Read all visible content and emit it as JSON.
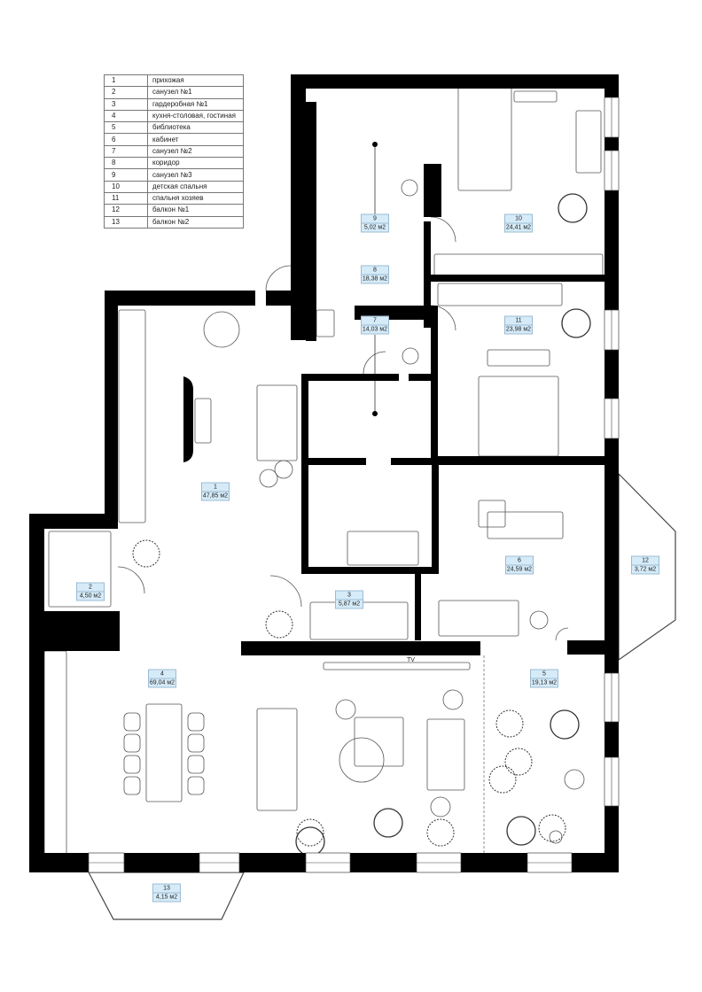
{
  "legend": [
    {
      "num": "1",
      "name": "прихожая"
    },
    {
      "num": "2",
      "name": "санузел №1"
    },
    {
      "num": "3",
      "name": "гардеробная №1"
    },
    {
      "num": "4",
      "name": "кухня-столовая, гостиная"
    },
    {
      "num": "5",
      "name": "библиотека"
    },
    {
      "num": "6",
      "name": "кабинет"
    },
    {
      "num": "7",
      "name": "санузел №2"
    },
    {
      "num": "8",
      "name": "коридор"
    },
    {
      "num": "9",
      "name": "санузел №3"
    },
    {
      "num": "10",
      "name": "детская спальня"
    },
    {
      "num": "11",
      "name": "спальня хозяев"
    },
    {
      "num": "12",
      "name": "балкон №1"
    },
    {
      "num": "13",
      "name": "балкон №2"
    }
  ],
  "rooms": [
    {
      "num": "1",
      "area": "47,85 м2"
    },
    {
      "num": "2",
      "area": "4,50 м2"
    },
    {
      "num": "3",
      "area": "5,87 м2"
    },
    {
      "num": "4",
      "area": "69,04 м2"
    },
    {
      "num": "5",
      "area": "19,13 м2"
    },
    {
      "num": "6",
      "area": "24,59 м2"
    },
    {
      "num": "7",
      "area": "14,03 м2"
    },
    {
      "num": "8",
      "area": "18,38 м2"
    },
    {
      "num": "9",
      "area": "5,02 м2"
    },
    {
      "num": "10",
      "area": "24,41 м2"
    },
    {
      "num": "11",
      "area": "23,98 м2"
    },
    {
      "num": "12",
      "area": "3,72 м2"
    },
    {
      "num": "13",
      "area": "4,15 м2"
    }
  ],
  "tv_label": "TV",
  "colors": {
    "wall": "#000000",
    "label_bg": "#d6ebf8",
    "line": "#555555"
  }
}
